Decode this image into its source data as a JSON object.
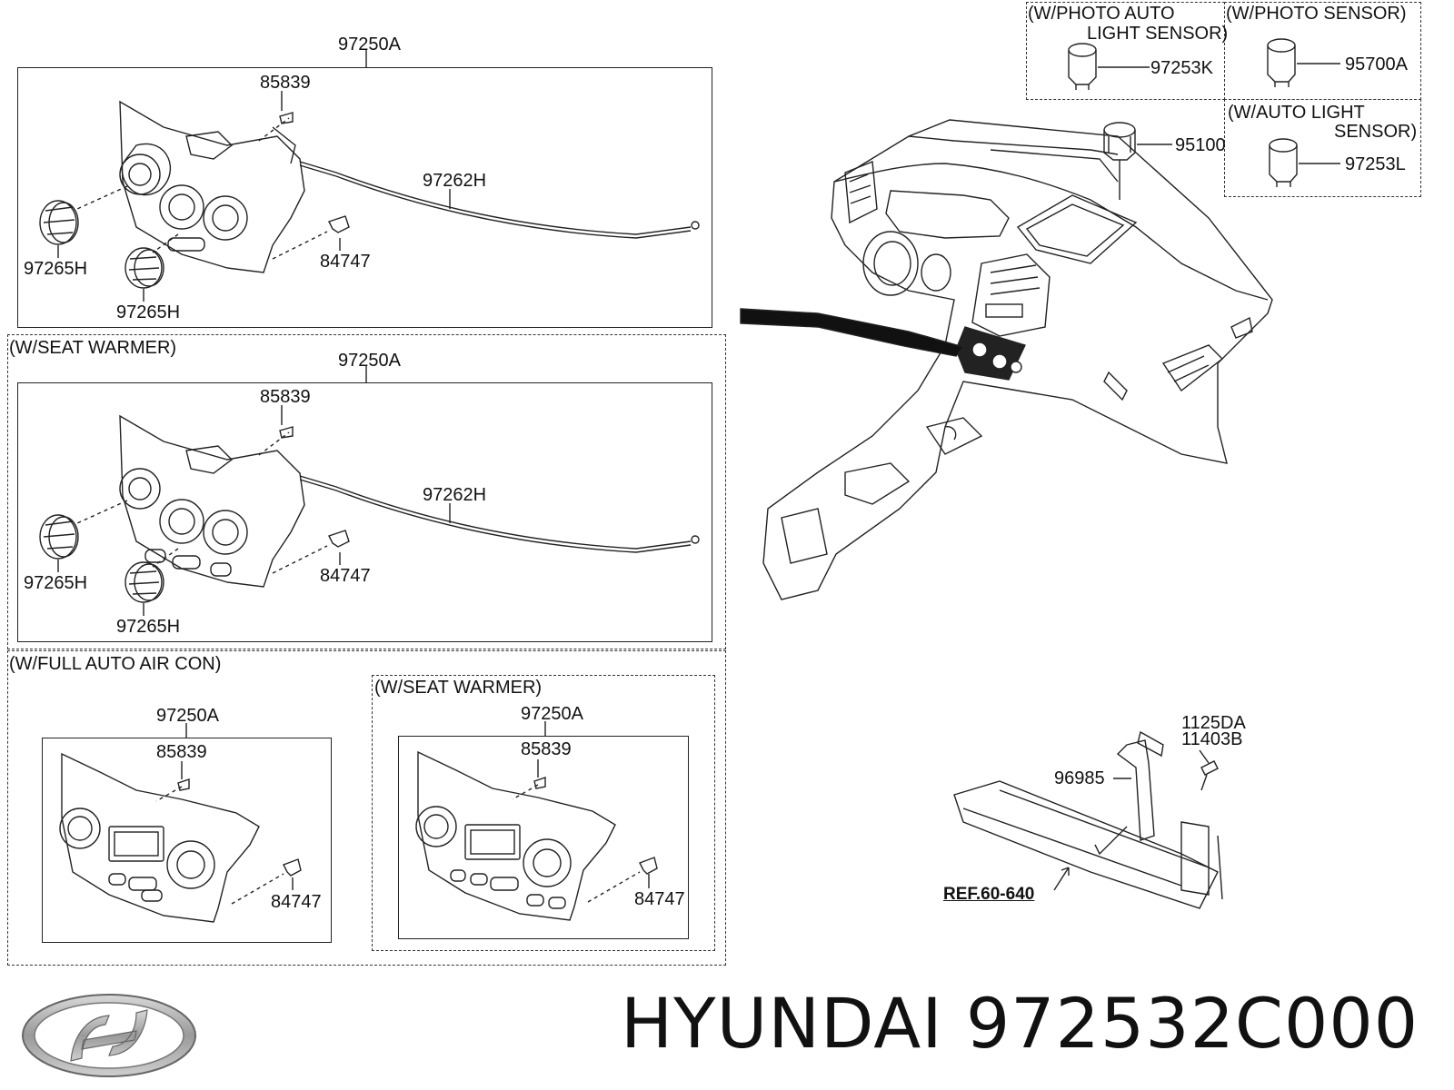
{
  "brand": {
    "name": "HYUNDAI",
    "part_number": "972532C000"
  },
  "section1": {
    "assembly": "97250A",
    "parts": {
      "bulb": "85839",
      "cable": "97262H",
      "knob_left": "97265H",
      "knob_lower": "97265H",
      "clip": "84747"
    }
  },
  "section2": {
    "caption": "(W/SEAT WARMER)",
    "assembly": "97250A",
    "parts": {
      "bulb": "85839",
      "cable": "97262H",
      "knob_left": "97265H",
      "knob_lower": "97265H",
      "clip": "84747"
    }
  },
  "section3": {
    "caption": "(W/FULL AUTO AIR CON)",
    "panel_a": {
      "assembly": "97250A",
      "bulb": "85839",
      "clip": "84747"
    },
    "panel_b": {
      "caption": "(W/SEAT WARMER)",
      "assembly": "97250A",
      "bulb": "85839",
      "clip": "84747"
    }
  },
  "sensors": {
    "photo_auto_light": {
      "caption_line1": "(W/PHOTO  AUTO",
      "caption_line2": "LIGHT SENSOR)",
      "part": "97253K"
    },
    "photo": {
      "caption": "(W/PHOTO SENSOR)",
      "part": "95700A"
    },
    "auto_light": {
      "caption_line1": "(W/AUTO  LIGHT",
      "caption_line2": "SENSOR)",
      "part": "97253L"
    },
    "standard": {
      "part": "95100"
    }
  },
  "bracket": {
    "bolt_1": "1125DA",
    "bolt_2": "11403B",
    "bracket_part": "96985",
    "reference": "REF.60-640"
  }
}
